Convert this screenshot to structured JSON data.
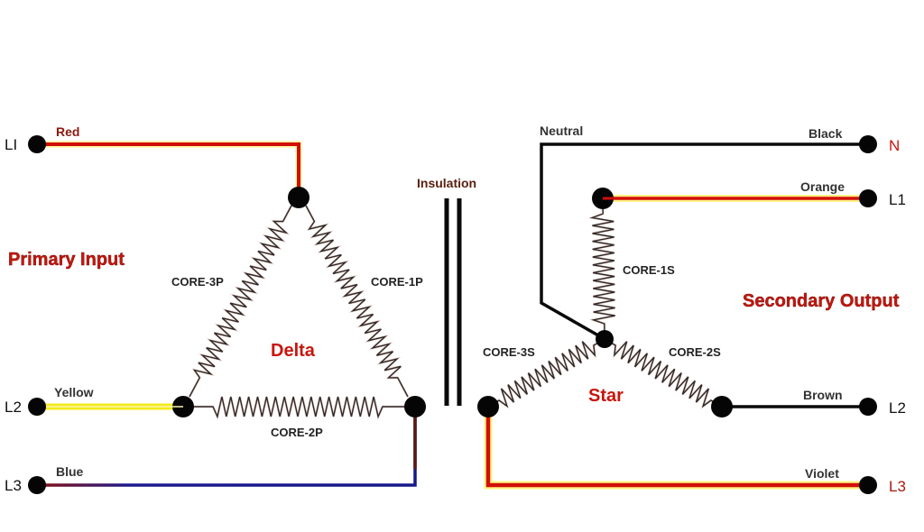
{
  "diagram": {
    "type": "delta-star transformer wiring",
    "primary": {
      "title": "Primary Input",
      "configuration_label": "Delta",
      "terminals": [
        {
          "id": "L1",
          "label": "LI",
          "wire_label": "Red",
          "wire_color": "#d10f0a"
        },
        {
          "id": "L2",
          "label": "L2",
          "wire_label": "Yellow",
          "wire_color": "#f4ea1c"
        },
        {
          "id": "L3",
          "label": "L3",
          "wire_label": "Blue",
          "wire_color": "#16188a"
        }
      ],
      "cores": [
        {
          "label": "CORE-1P"
        },
        {
          "label": "CORE-2P"
        },
        {
          "label": "CORE-3P"
        }
      ]
    },
    "insulation": {
      "label": "Insulation"
    },
    "secondary": {
      "title": "Secondary Output",
      "configuration_label": "Star",
      "neutral_label": "Neutral",
      "terminals": [
        {
          "id": "N",
          "label": "N",
          "wire_label": "Black",
          "wire_color": "#0a0a0a"
        },
        {
          "id": "L1",
          "label": "L1",
          "wire_label": "Orange",
          "wire_color": "#d10f0a"
        },
        {
          "id": "L2",
          "label": "L2",
          "wire_label": "Brown",
          "wire_color": "#0a0a0a"
        },
        {
          "id": "L3",
          "label": "L3",
          "wire_label": "Violet",
          "wire_color": "#d10f0a"
        }
      ],
      "cores": [
        {
          "label": "CORE-1S"
        },
        {
          "label": "CORE-2S"
        },
        {
          "label": "CORE-3S"
        }
      ]
    },
    "colors": {
      "title_red": "#c8160d",
      "glow_yellow": "#fff06a",
      "node_black": "#050505"
    }
  }
}
